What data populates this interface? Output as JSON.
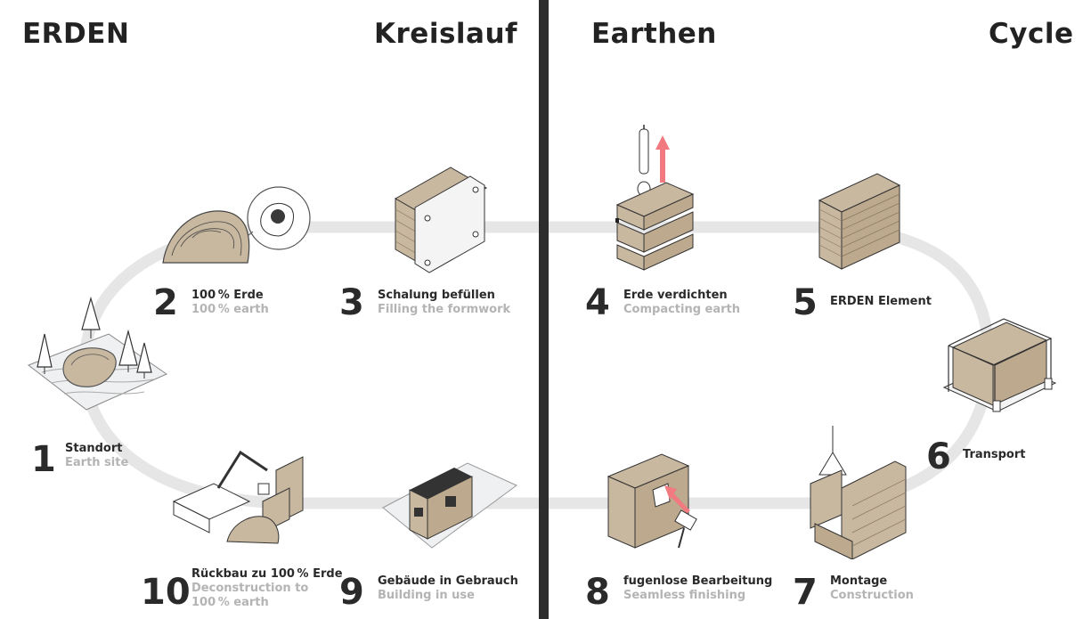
{
  "titles": {
    "de_left": "ERDEN",
    "de_right": "Kreislauf",
    "en_left": "Earthen",
    "en_right": "Cycle"
  },
  "steps": [
    {
      "number": "1",
      "label": "Standort",
      "sublabel": "Earth site"
    },
    {
      "number": "2",
      "label": "100 % Erde",
      "sublabel": "100 % earth"
    },
    {
      "number": "3",
      "label": "Schalung befüllen",
      "sublabel": "Filling the formwork"
    },
    {
      "number": "4",
      "label": "Erde verdichten",
      "sublabel": "Compacting earth"
    },
    {
      "number": "5",
      "label": "ERDEN Element",
      "sublabel": ""
    },
    {
      "number": "6",
      "label": "Transport",
      "sublabel": ""
    },
    {
      "number": "7",
      "label": "Montage",
      "sublabel": "Construction"
    },
    {
      "number": "8",
      "label": "fugenlose Bearbeitung",
      "sublabel": "Seamless finishing"
    },
    {
      "number": "9",
      "label": "Gebäude in Gebrauch",
      "sublabel": "Building in use"
    },
    {
      "number": "10",
      "label": "Rückbau zu 100 % Erde",
      "sublabel": "Deconstruction to",
      "sublabel2": "100 % earth"
    }
  ],
  "colors": {
    "earth": "#c9b8a0",
    "earth_dark": "#a89478",
    "loop": "#e6e6e6",
    "accent": "#f07a7f",
    "ink": "#2a2a2a",
    "muted": "#b4b4b4",
    "divider": "#2d2d2d"
  }
}
